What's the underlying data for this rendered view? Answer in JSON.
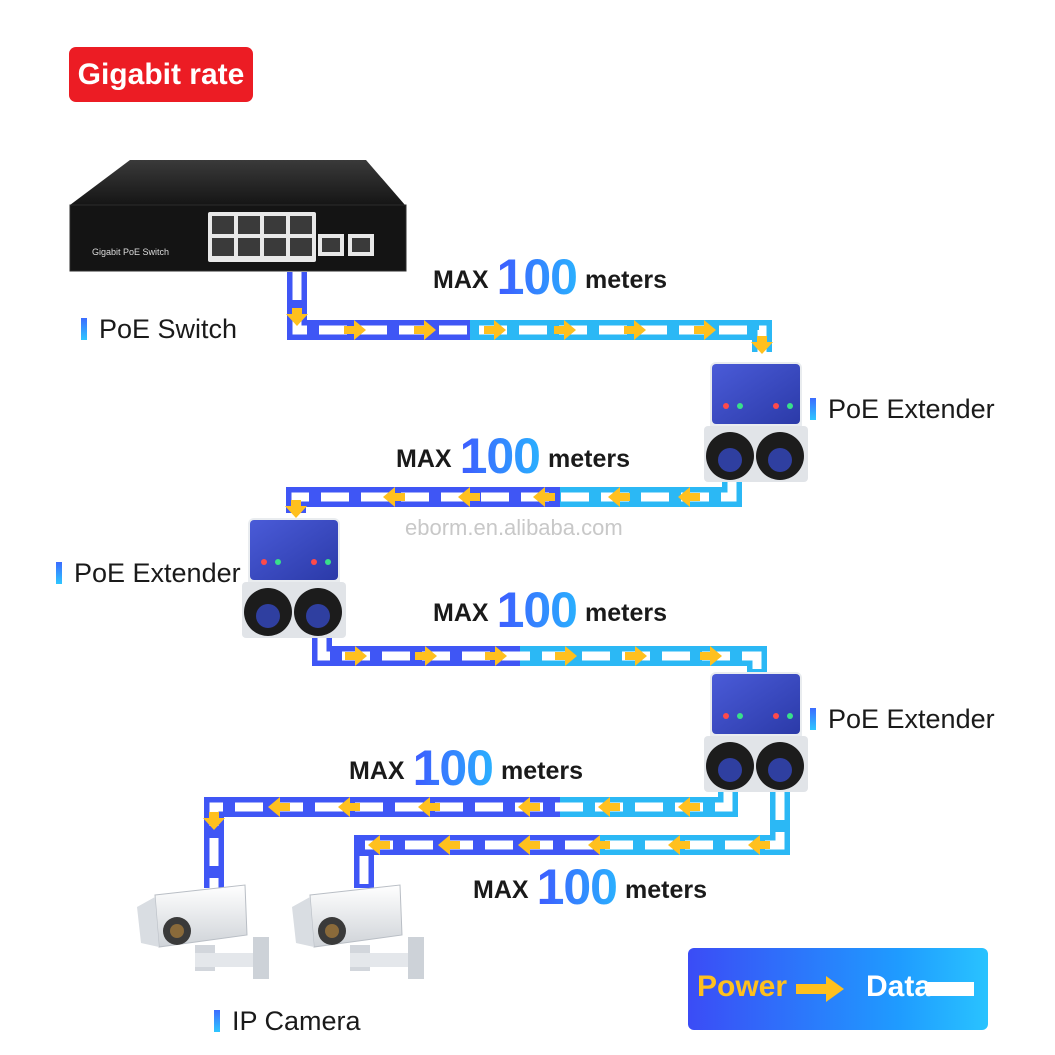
{
  "badge": {
    "text": "Gigabit rate",
    "color": "#ec1c24"
  },
  "devices": {
    "switch": {
      "label": "PoE Switch",
      "panel_text": "Gigabit PoE Switch"
    },
    "extender_1": {
      "label": "PoE Extender"
    },
    "extender_2": {
      "label": "PoE Extender"
    },
    "extender_3": {
      "label": "PoE Extender"
    },
    "cameras": {
      "label": "IP Camera"
    }
  },
  "links": [
    {
      "prefix": "MAX",
      "distance": "100",
      "unit": "meters"
    },
    {
      "prefix": "MAX",
      "distance": "100",
      "unit": "meters"
    },
    {
      "prefix": "MAX",
      "distance": "100",
      "unit": "meters"
    },
    {
      "prefix": "MAX",
      "distance": "100",
      "unit": "meters"
    },
    {
      "prefix": "MAX",
      "distance": "100",
      "unit": "meters"
    }
  ],
  "watermark": "eborm.en.alibaba.com",
  "legend": {
    "power": "Power",
    "data": "Data"
  },
  "colors": {
    "cable_start": "#3f56f5",
    "cable_end": "#25c7f5",
    "power_arrow": "#ffc01e",
    "data_dash": "#ffffff"
  }
}
